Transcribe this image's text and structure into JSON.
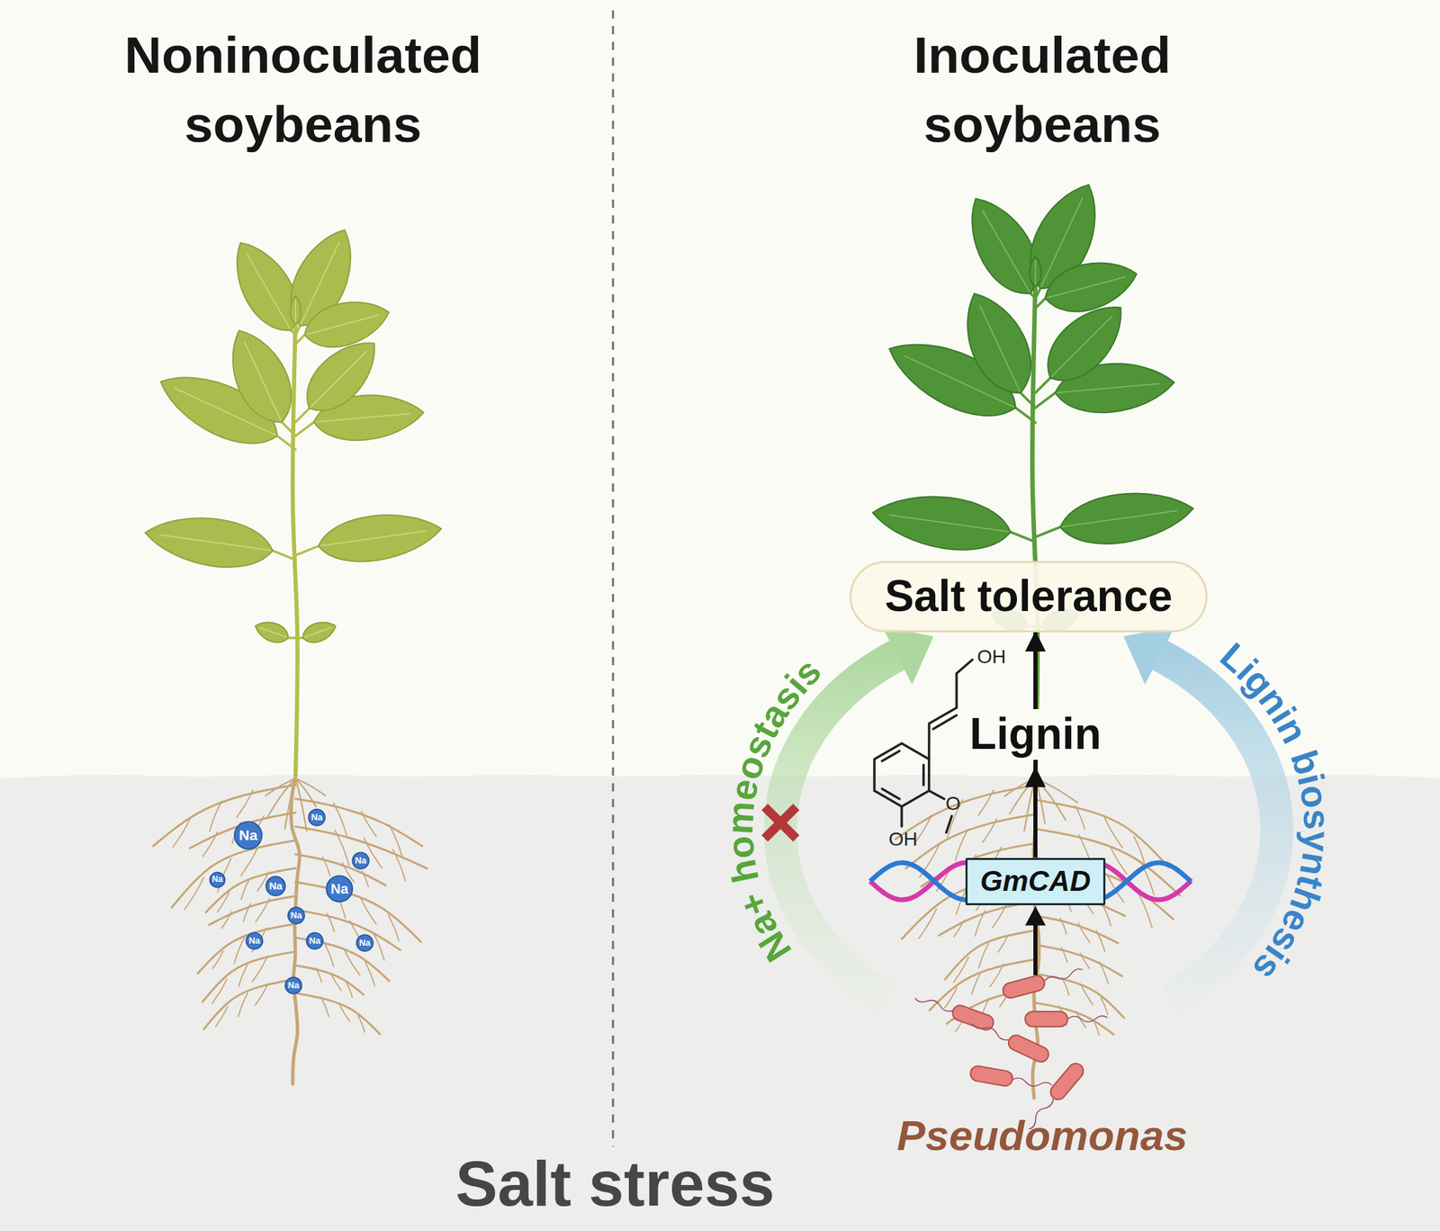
{
  "diagram": {
    "nodes": [
      {
        "text": [
          "Salt tolerance"
        ]
      },
      {
        "text": [
          "GmCAD"
        ]
      }
    ],
    "edges": [
      {
        "from": 1,
        "to": 0,
        "arrow": "to",
        "label": "Lignin"
      }
    ],
    "labels": [
      "Noninoculated soybeans",
      "Inoculated soybeans",
      "Na",
      "Na",
      "Na",
      "Na",
      "Na",
      "Na",
      "Na",
      "Na",
      "Na",
      "Na",
      "Na",
      "OH",
      "O",
      "OH",
      "Na+ homeostasis",
      "Lignin biosynthesis",
      "Pseudomonas",
      "Salt stress"
    ]
  }
}
